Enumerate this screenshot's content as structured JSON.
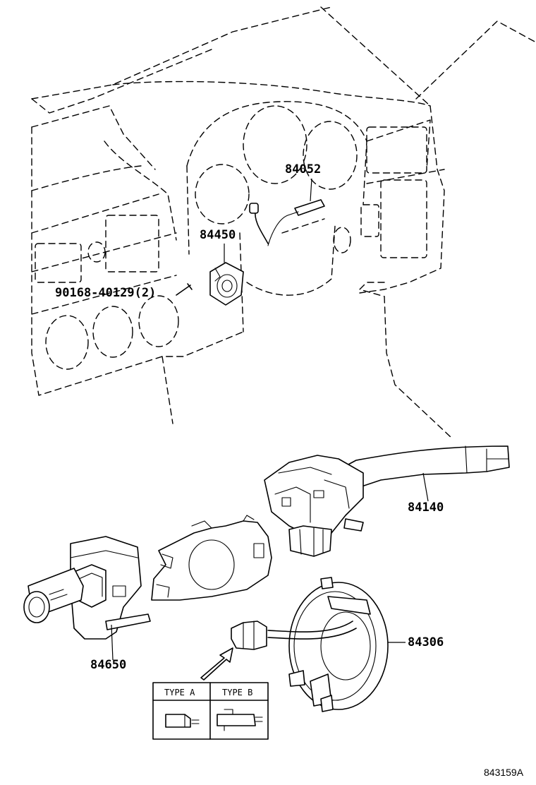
{
  "labels": {
    "part_84052": "84052",
    "part_84450": "84450",
    "part_90168": "90168-40129(2)",
    "part_84140": "84140",
    "part_84650": "84650",
    "part_84306": "84306"
  },
  "connector_types": {
    "type_a": "TYPE A",
    "type_b": "TYPE B"
  },
  "figure_code": "843159A"
}
